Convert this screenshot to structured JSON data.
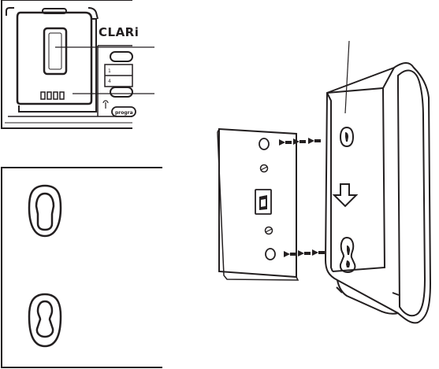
{
  "phone_detail": {
    "brand": "CLARi",
    "key_1": "1",
    "key_4": "4",
    "program_button": "progra"
  },
  "colors": {
    "ink": "#231f20",
    "paper": "#ffffff"
  }
}
